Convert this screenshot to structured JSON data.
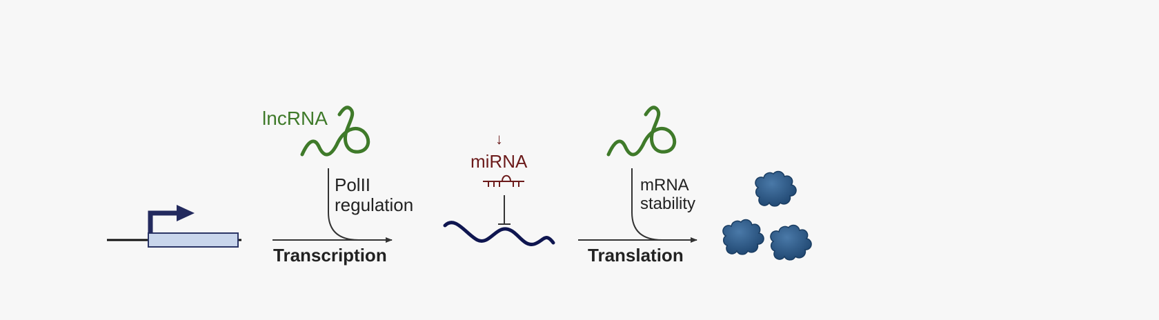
{
  "labels": {
    "lncrna": "lncRNA",
    "polii_line1": "PolII",
    "polii_line2": "regulation",
    "transcription": "Transcription",
    "mirna_arrow": "↓",
    "mirna": "miRNA",
    "mrna_line1": "mRNA",
    "mrna_line2": "stability",
    "translation": "Translation"
  },
  "colors": {
    "background": "#f7f7f7",
    "lncrna_green": "#3f7a2a",
    "mrna_navy": "#0f1650",
    "promoter_arrow": "#232a5e",
    "gene_box_fill": "#c9d6ec",
    "gene_box_stroke": "#2b3566",
    "mirna_red": "#6b1a1a",
    "protein_blue": "#2f5a86",
    "arrow_gray": "#333333"
  }
}
